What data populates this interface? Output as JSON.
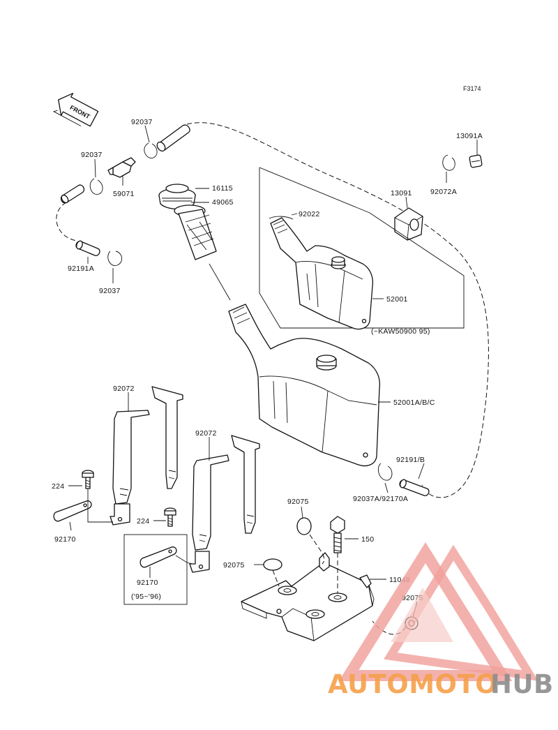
{
  "figure_code": "F3174",
  "front_label": "FRONT",
  "parts": {
    "p92037_a": "92037",
    "p92037_b": "92037",
    "p92037_c": "92037",
    "p59071": "59071",
    "p92191a": "92191A",
    "p16115": "16115",
    "p49065": "49065",
    "p92022": "92022",
    "p13091a": "13091A",
    "p92072a": "92072A",
    "p13091": "13091",
    "p52001": "52001",
    "p52001_note": "(~KAW50900   95)",
    "p52001abc": "52001A/B/C",
    "p92072_a": "92072",
    "p92072_b": "92072",
    "p224_a": "224",
    "p224_b": "224",
    "p92170_a": "92170",
    "p92170_b": "92170",
    "p92170_note": "('95~'96)",
    "p92191b": "92191/B",
    "p92037a": "92037A/92170A",
    "p92075_a": "92075",
    "p92075_b": "92075",
    "p92075_c": "92075",
    "p150": "150",
    "p11048": "11048"
  },
  "watermark": {
    "brand_part1": "AUTOMOTO",
    "brand_part2": "HUB",
    "color_orange": "#f6a04b",
    "color_red": "#e8625c",
    "color_gray": "#8c8c8c"
  }
}
